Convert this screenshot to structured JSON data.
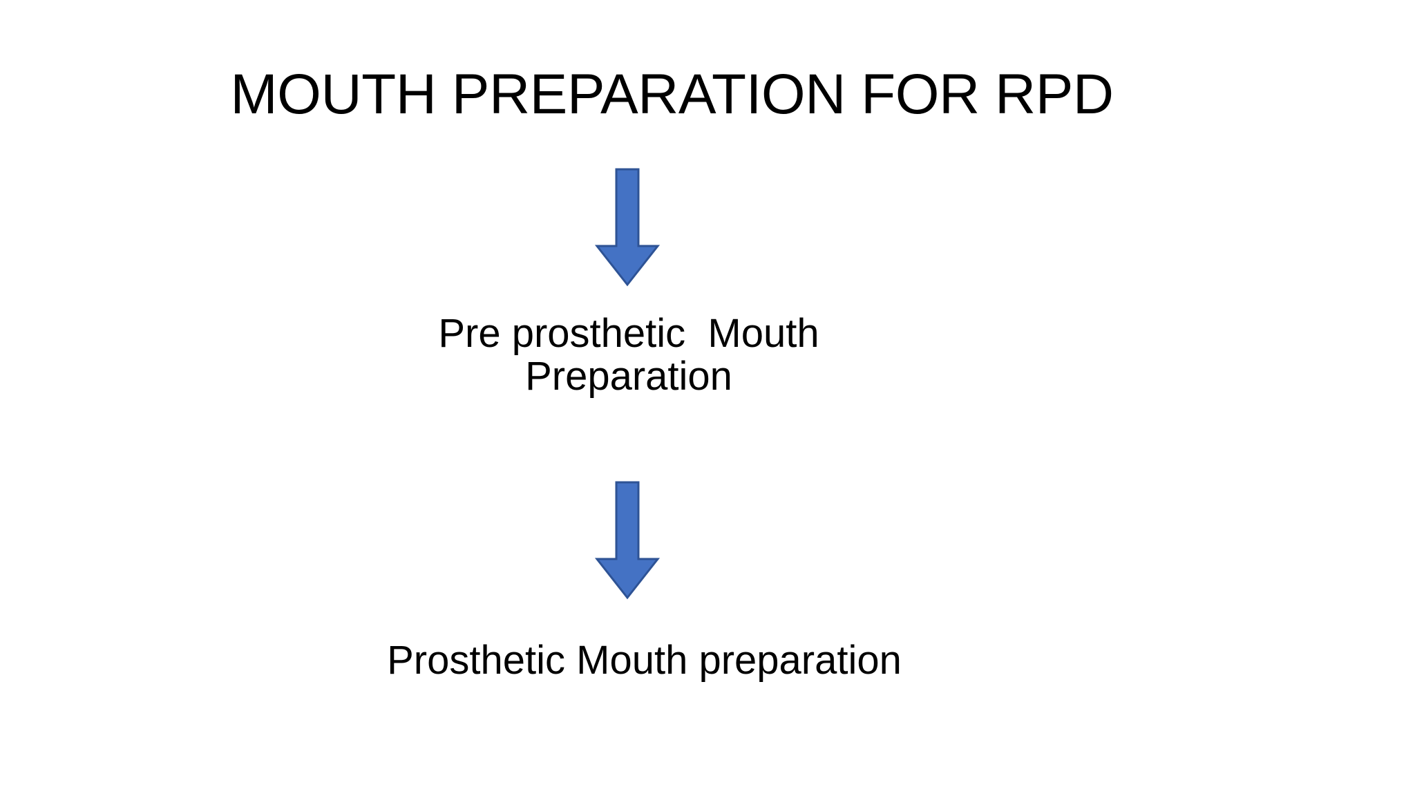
{
  "slide": {
    "background_color": "#FFFFFF",
    "title": "MOUTH PREPARATION FOR RPD",
    "text_color": "#000000"
  },
  "flow": {
    "arrow_fill_color": "#4472C4",
    "arrow_stroke_color": "#2E5395",
    "steps": [
      {
        "id": "pre-prosthetic",
        "label": "Pre prosthetic  Mouth\nPreparation"
      },
      {
        "id": "prosthetic",
        "label": "Prosthetic Mouth preparation"
      }
    ],
    "connectors": [
      {
        "id": "arrow-title-to-pre",
        "direction": "down"
      },
      {
        "id": "arrow-pre-to-post",
        "direction": "down"
      }
    ]
  }
}
